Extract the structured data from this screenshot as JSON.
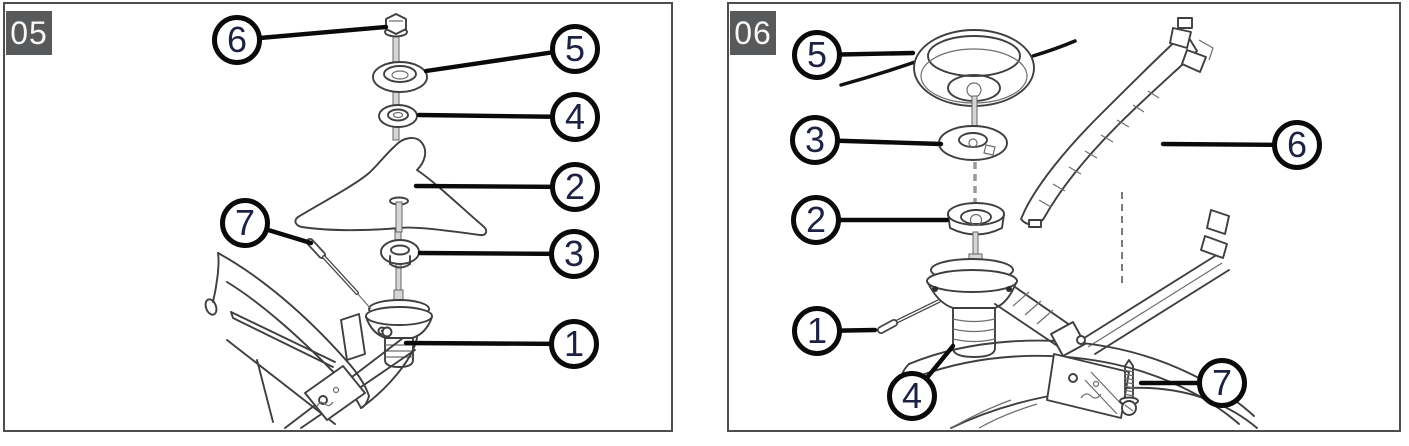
{
  "figure": {
    "colors": {
      "label_bg": "#58595b",
      "line_art": "#3f3f3f",
      "callout_stroke": "#0a0a0a"
    },
    "panels": [
      {
        "label": "05",
        "drawing": "blade-assembly-exploded-view",
        "callouts": [
          {
            "number": "6",
            "target": "hex-nut"
          },
          {
            "number": "5",
            "target": "cup-washer"
          },
          {
            "number": "4",
            "target": "clamp-washer"
          },
          {
            "number": "2",
            "target": "cutting-blade"
          },
          {
            "number": "3",
            "target": "support-washer"
          },
          {
            "number": "1",
            "target": "gear-head"
          },
          {
            "number": "7",
            "target": "locking-pin"
          }
        ]
      },
      {
        "label": "06",
        "drawing": "trimmer-head-exploded-view",
        "callouts": [
          {
            "number": "5",
            "target": "trimmer-line-head"
          },
          {
            "number": "3",
            "target": "cup-washer"
          },
          {
            "number": "2",
            "target": "clamp-washer"
          },
          {
            "number": "1",
            "target": "locking-pin"
          },
          {
            "number": "4",
            "target": "gear-head"
          },
          {
            "number": "6",
            "target": "guard-extension"
          },
          {
            "number": "7",
            "target": "screw"
          }
        ]
      }
    ]
  }
}
